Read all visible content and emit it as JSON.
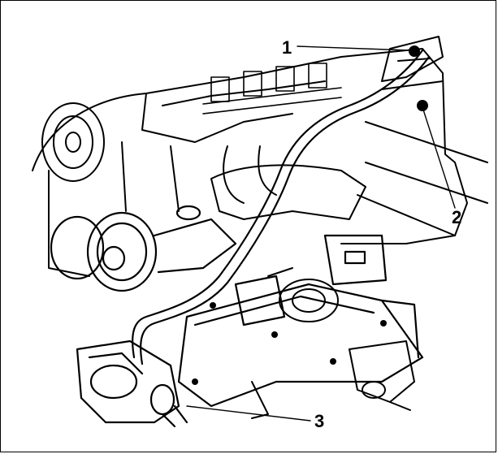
{
  "callouts": {
    "c1": "1",
    "c2": "2",
    "c3": "3"
  },
  "colors": {
    "ink": "#000000",
    "paper": "#ffffff"
  }
}
